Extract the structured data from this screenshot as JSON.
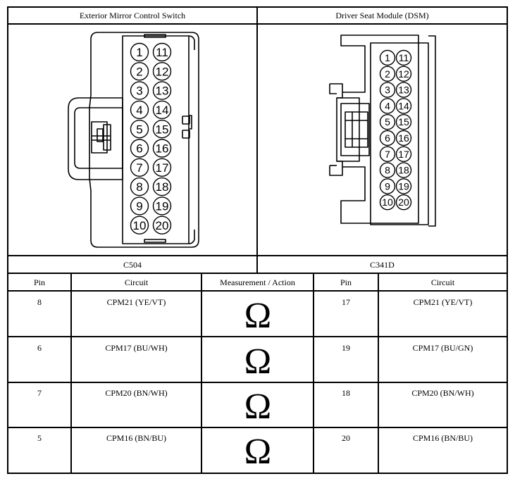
{
  "connectors": {
    "left": {
      "title": "Exterior Mirror Control Switch",
      "id": "C504"
    },
    "right": {
      "title": "Driver Seat Module (DSM)",
      "id": "C341D"
    }
  },
  "pin_labels": [
    "1",
    "2",
    "3",
    "4",
    "5",
    "6",
    "7",
    "8",
    "9",
    "10",
    "11",
    "12",
    "13",
    "14",
    "15",
    "16",
    "17",
    "18",
    "19",
    "20"
  ],
  "table": {
    "headers": [
      "Pin",
      "Circuit",
      "Measurement / Action",
      "Pin",
      "Circuit"
    ],
    "rows": [
      {
        "pin_a": "8",
        "circuit_a": "CPM21 (YE/VT)",
        "action": "Ω",
        "pin_b": "17",
        "circuit_b": "CPM21 (YE/VT)"
      },
      {
        "pin_a": "6",
        "circuit_a": "CPM17 (BU/WH)",
        "action": "Ω",
        "pin_b": "19",
        "circuit_b": "CPM17 (BU/GN)"
      },
      {
        "pin_a": "7",
        "circuit_a": "CPM20 (BN/WH)",
        "action": "Ω",
        "pin_b": "18",
        "circuit_b": "CPM20 (BN/WH)"
      },
      {
        "pin_a": "5",
        "circuit_a": "CPM16 (BN/BU)",
        "action": "Ω",
        "pin_b": "20",
        "circuit_b": "CPM16 (BN/BU)"
      }
    ]
  }
}
